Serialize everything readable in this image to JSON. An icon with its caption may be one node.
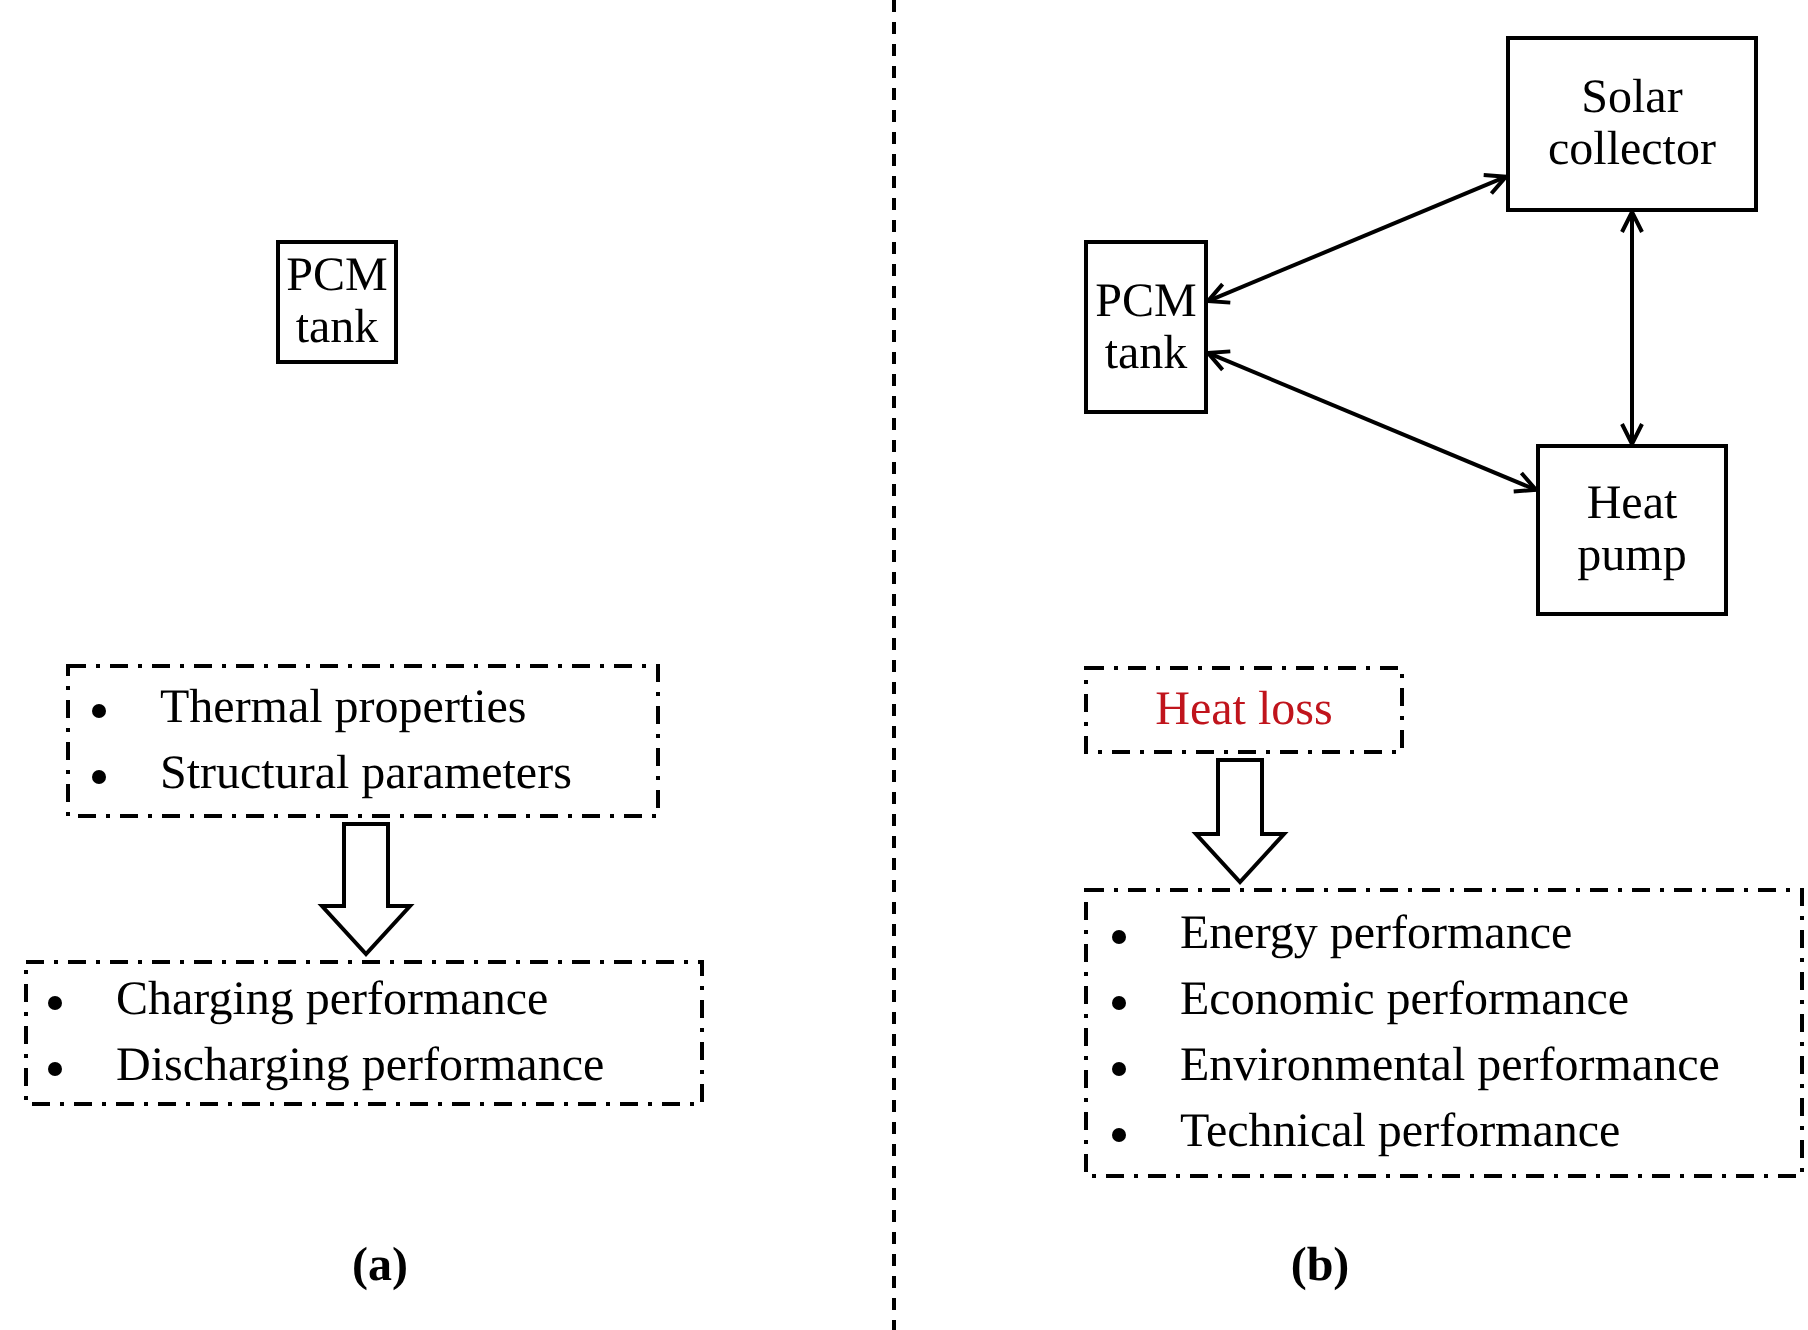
{
  "diagram": {
    "nodes": [
      {
        "text": [
          "PCM tank"
        ]
      },
      {
        "text": [
          "Thermal properties",
          "Structural parameters"
        ]
      },
      {
        "text": [
          "Charging performance",
          "Discharging performance"
        ]
      },
      {
        "text": [
          "PCM tank"
        ]
      },
      {
        "text": [
          "Solar collector"
        ]
      },
      {
        "text": [
          "Heat pump"
        ]
      },
      {
        "text": [
          "Heat loss"
        ]
      },
      {
        "text": [
          "Energy performance",
          "Economic performance",
          "Environmental performance",
          "Technical performance"
        ]
      }
    ],
    "edges": [
      {
        "from": 1,
        "to": 2,
        "arrow": "to",
        "style": "thick"
      },
      {
        "from": 3,
        "to": 4,
        "arrow": "both"
      },
      {
        "from": 4,
        "to": 5,
        "arrow": "both"
      },
      {
        "from": 3,
        "to": 5,
        "arrow": "both"
      },
      {
        "from": 6,
        "to": 7,
        "arrow": "to",
        "style": "thick"
      }
    ],
    "labels": [
      "(a)",
      "(b)"
    ]
  }
}
